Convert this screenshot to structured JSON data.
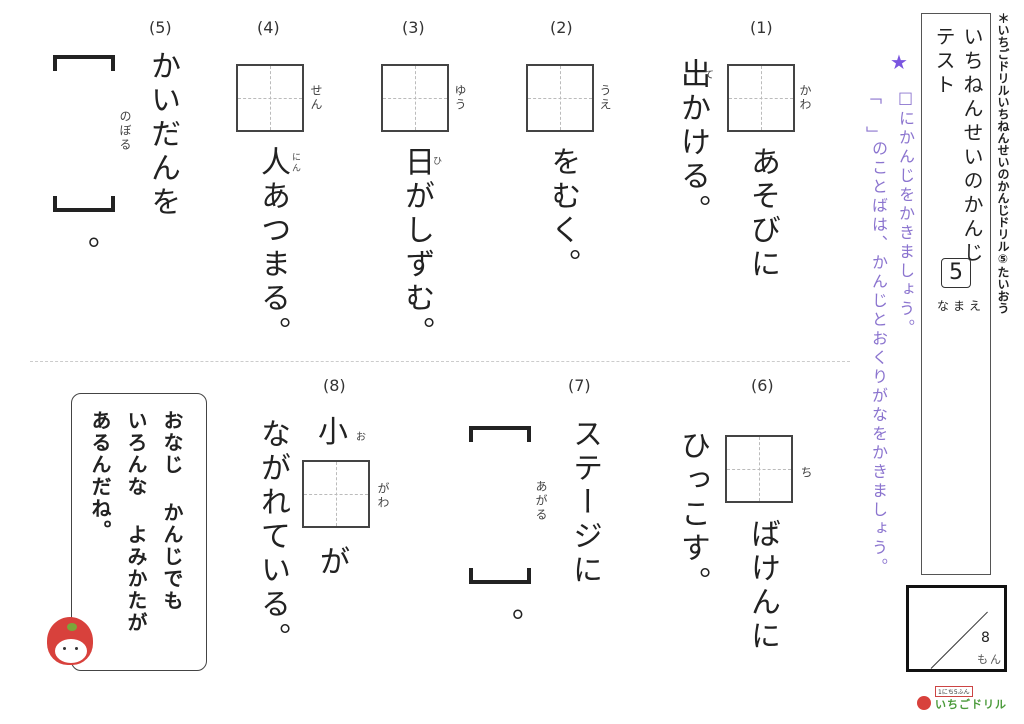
{
  "header": {
    "side_caption": "＊いちごドリルいちねんせいのかんじドリル⑤たいおう",
    "title_line1": "いちねんせいのかんじ",
    "title_line2": "テスト",
    "test_number": "5",
    "name_label": "なまえ"
  },
  "instructions": {
    "star": "★",
    "line1": "□にかんじをかきましょう。",
    "line2_bracket": "「　」",
    "line2": "のことばは、かんじとおくりがなをかきましょう。",
    "color": "#8b74cf"
  },
  "score": {
    "total": "8",
    "unit": "もん"
  },
  "logo": {
    "small": "1にち5ふん",
    "name": "いちごドリル"
  },
  "questions": [
    {
      "num": "(1)",
      "box_reading": "かわ",
      "text_after": "あそびに",
      "line2": "出かける。",
      "line2_ruby": "て"
    },
    {
      "num": "(2)",
      "box_reading": "うえ",
      "text_after": "をむく。"
    },
    {
      "num": "(3)",
      "box_reading": "ゆう",
      "text_after": "日がしずむ。",
      "ruby": "ひ"
    },
    {
      "num": "(4)",
      "box_reading": "せん",
      "text_after": "人あつまる。",
      "ruby": "にん"
    },
    {
      "num": "(5)",
      "text_before": "かいだんを",
      "bracket_reading": "のぼる",
      "end": "。"
    },
    {
      "num": "(6)",
      "box_reading": "ち",
      "text_after": "ばけんに",
      "line2": "ひっこす。"
    },
    {
      "num": "(7)",
      "text_before": "ステージに",
      "bracket_reading": "あがる",
      "end": "。"
    },
    {
      "num": "(8)",
      "text_before": "小",
      "ruby_before": "お",
      "box_reading": "がわ",
      "text_after": "が",
      "line2": "ながれている。"
    }
  ],
  "tip_box": {
    "line1": "おなじ かんじでも",
    "line2": "いろんな よみかたが",
    "line3": "あるんだね。"
  }
}
